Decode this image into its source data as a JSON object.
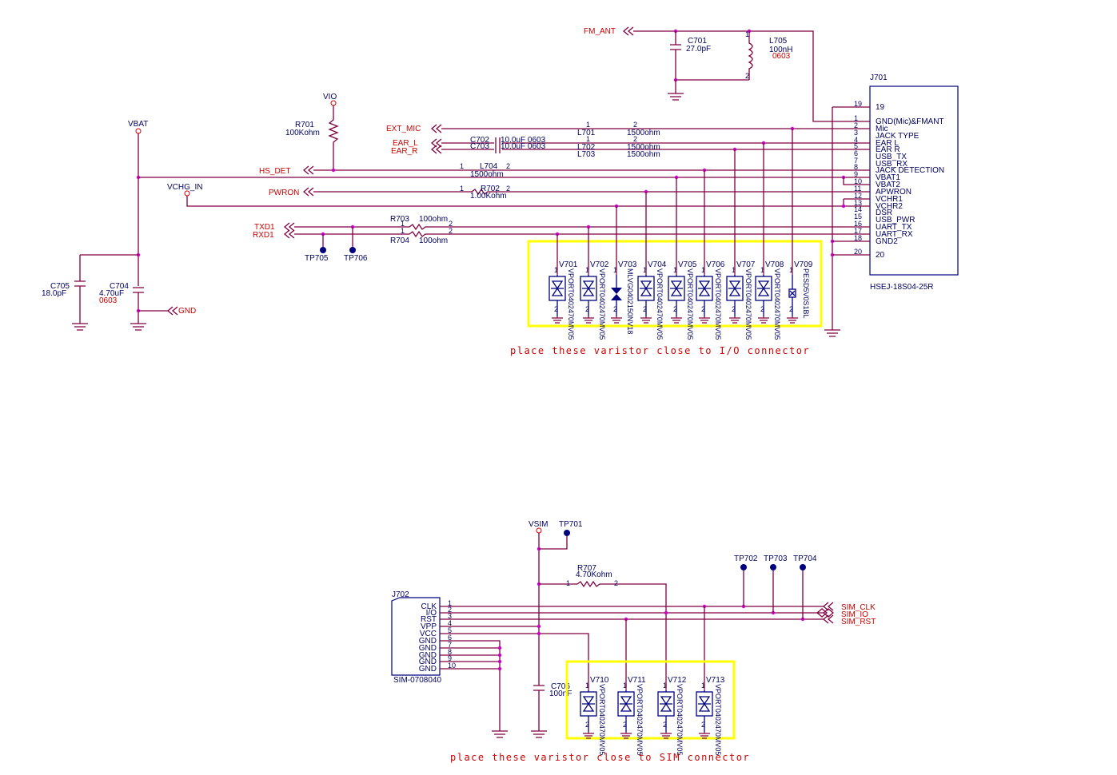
{
  "notes": {
    "io": "place these varistor close to I/O connector",
    "sim": "place these varistor close to SIM connector"
  },
  "connectors": {
    "j701": {
      "ref": "J701",
      "part": "HSEJ-18S04-25R",
      "pins": [
        {
          "num": "19",
          "name": "19"
        },
        {
          "num": "1",
          "name": "GND(Mic)&FMANT"
        },
        {
          "num": "2",
          "name": "Mic"
        },
        {
          "num": "3",
          "name": "JACK TYPE"
        },
        {
          "num": "4",
          "name": "EAR L"
        },
        {
          "num": "5",
          "name": "EAR R"
        },
        {
          "num": "6",
          "name": "USB_TX"
        },
        {
          "num": "7",
          "name": "USB_RX"
        },
        {
          "num": "8",
          "name": "JACK DETECTION"
        },
        {
          "num": "9",
          "name": "VBAT1"
        },
        {
          "num": "10",
          "name": "VBAT2"
        },
        {
          "num": "11",
          "name": "APWRON"
        },
        {
          "num": "12",
          "name": "VCHR1"
        },
        {
          "num": "13",
          "name": "VCHR2"
        },
        {
          "num": "14",
          "name": "DSR"
        },
        {
          "num": "15",
          "name": "USB_PWR"
        },
        {
          "num": "16",
          "name": "UART_TX"
        },
        {
          "num": "17",
          "name": "UART_RX"
        },
        {
          "num": "18",
          "name": "GND2"
        },
        {
          "num": "20",
          "name": "20"
        }
      ]
    },
    "j702": {
      "ref": "J702",
      "part": "SIM-0708040",
      "pins": [
        {
          "num": "1",
          "name": "CLK"
        },
        {
          "num": "2",
          "name": "I/O"
        },
        {
          "num": "3",
          "name": "RST"
        },
        {
          "num": "4",
          "name": "VPP"
        },
        {
          "num": "5",
          "name": "VCC"
        },
        {
          "num": "6",
          "name": "GND"
        },
        {
          "num": "7",
          "name": "GND"
        },
        {
          "num": "8",
          "name": "GND"
        },
        {
          "num": "9",
          "name": "GND"
        },
        {
          "num": "10",
          "name": "GND"
        }
      ]
    }
  },
  "nets": {
    "fm_ant": "FM_ANT",
    "ext_mic": "EXT_MIC",
    "ear_l": "EAR_L",
    "ear_r": "EAR_R",
    "hs_det": "HS_DET",
    "pwron": "PWRON",
    "txd1": "TXD1",
    "rxd1": "RXD1",
    "gnd": "GND",
    "vbat": "VBAT",
    "vio": "VIO",
    "vchg_in": "VCHG_IN",
    "vsim": "VSIM",
    "sim_clk": "SIM_CLK",
    "sim_io": "SIM_IO",
    "sim_rst": "SIM_RST"
  },
  "components": {
    "c701": {
      "ref": "C701",
      "value": "27.0pF"
    },
    "l705": {
      "ref": "L705",
      "value": "100nH",
      "pkg": "0603"
    },
    "r701": {
      "ref": "R701",
      "value": "100Kohm"
    },
    "c702": {
      "ref": "C702",
      "value": "10.0uF 0603"
    },
    "c703": {
      "ref": "C703",
      "value": "10.0uF 0603"
    },
    "l701": {
      "ref": "L701",
      "value": "1500ohm"
    },
    "l702": {
      "ref": "L702",
      "value": "1500ohm"
    },
    "l703": {
      "ref": "L703",
      "value": "1500ohm"
    },
    "l704": {
      "ref": "L704",
      "value": "1500ohm"
    },
    "r702": {
      "ref": "R702",
      "value": "1.00Kohm"
    },
    "r703": {
      "ref": "R703",
      "value": "100ohm"
    },
    "r704": {
      "ref": "R704",
      "value": "100ohm"
    },
    "c705": {
      "ref": "C705",
      "value": "18.0pF"
    },
    "c704": {
      "ref": "C704",
      "value": "4.70uF",
      "pkg": "0603"
    },
    "r707": {
      "ref": "R707",
      "value": "4.70Kohm"
    },
    "c706": {
      "ref": "C706",
      "value": "100nF"
    }
  },
  "testpoints": {
    "tp701": "TP701",
    "tp702": "TP702",
    "tp703": "TP703",
    "tp704": "TP704",
    "tp705": "TP705",
    "tp706": "TP706"
  },
  "varistors_io": [
    {
      "ref": "V701",
      "part": "VPORT0402470MV05"
    },
    {
      "ref": "V702",
      "part": "VPORT0402470MV05"
    },
    {
      "ref": "V703",
      "part": "MLVG0402150NV18"
    },
    {
      "ref": "V704",
      "part": "VPORT0402470MV05"
    },
    {
      "ref": "V705",
      "part": "VPORT0402470MV05"
    },
    {
      "ref": "V706",
      "part": "VPORT0402470MV05"
    },
    {
      "ref": "V707",
      "part": "VPORT0402470MV05"
    },
    {
      "ref": "V708",
      "part": "VPORT0402470MV05"
    },
    {
      "ref": "V709",
      "part": "PESD5V0S1BL"
    }
  ],
  "varistors_sim": [
    {
      "ref": "V710",
      "part": "VPORT0402470MV05"
    },
    {
      "ref": "V711",
      "part": "VPORT0402470MV05"
    },
    {
      "ref": "V712",
      "part": "VPORT0402470MV05"
    },
    {
      "ref": "V713",
      "part": "VPORT0402470MV05"
    }
  ],
  "pin_nums": {
    "p1": "1",
    "p2": "2"
  }
}
